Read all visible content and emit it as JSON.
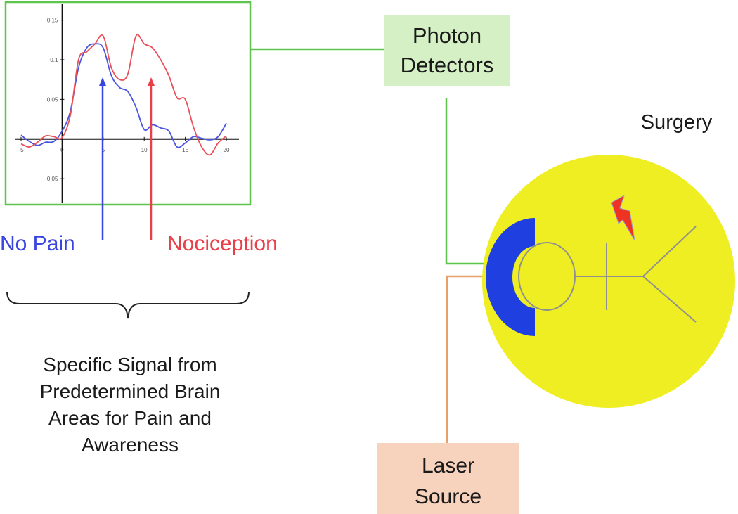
{
  "labels": {
    "photon_detectors": [
      "Photon",
      "Detectors"
    ],
    "laser_source": [
      "Laser",
      "Source"
    ],
    "surgery": "Surgery",
    "no_pain": "No Pain",
    "nociception": "Nociception",
    "caption": [
      "Specific Signal from",
      "Predetermined Brain",
      "Areas for Pain and",
      "Awareness"
    ]
  },
  "colors": {
    "frame_green": "#5fc44e",
    "detector_box": "#d4f0c4",
    "laser_box": "#f7d2bc",
    "laser_line": "#e8a068",
    "head_yellow": "#eeee22",
    "sensor_blue": "#1f3fe0",
    "no_pain": "#3a44e0",
    "nociception": "#e8404a",
    "bolt_red": "#ee3322",
    "figure_gray": "#909090"
  },
  "icons": [
    "lightning-bolt-icon",
    "stick-figure-icon"
  ],
  "chart_data": {
    "type": "line",
    "x_ticks": [
      "-5",
      "0",
      "5",
      "10",
      "15",
      "20"
    ],
    "y_ticks": [
      "-0.05",
      "0.05",
      "0.1",
      "0.15"
    ],
    "xlim": [
      -5,
      20
    ],
    "ylim": [
      -0.08,
      0.17
    ],
    "series": [
      {
        "color": "#4a55e0",
        "x": [
          -5,
          -4,
          -3,
          -2,
          -1,
          0,
          1,
          2,
          3,
          4,
          5,
          6,
          7,
          8,
          9,
          10,
          11,
          12,
          13,
          14,
          15,
          16,
          17,
          18,
          19,
          20
        ],
        "y": [
          0.005,
          -0.003,
          -0.008,
          -0.004,
          -0.003,
          0.01,
          0.035,
          0.09,
          0.115,
          0.12,
          0.115,
          0.08,
          0.065,
          0.06,
          0.04,
          0.012,
          0.018,
          0.014,
          0.01,
          -0.01,
          -0.005,
          0.003,
          0.001,
          -0.001,
          0.003,
          0.02
        ]
      },
      {
        "color": "#e8505a",
        "x": [
          -5,
          -4,
          -3,
          -2,
          -1,
          0,
          1,
          2,
          3,
          4,
          5,
          6,
          7,
          8,
          9,
          10,
          11,
          12,
          13,
          14,
          15,
          16,
          17,
          18,
          19,
          20
        ],
        "y": [
          -0.006,
          -0.01,
          -0.004,
          0.004,
          0.003,
          0.002,
          0.03,
          0.1,
          0.11,
          0.12,
          0.13,
          0.09,
          0.075,
          0.082,
          0.13,
          0.12,
          0.115,
          0.1,
          0.08,
          0.052,
          0.05,
          0.015,
          -0.01,
          -0.02,
          -0.005,
          0.004
        ]
      }
    ]
  }
}
